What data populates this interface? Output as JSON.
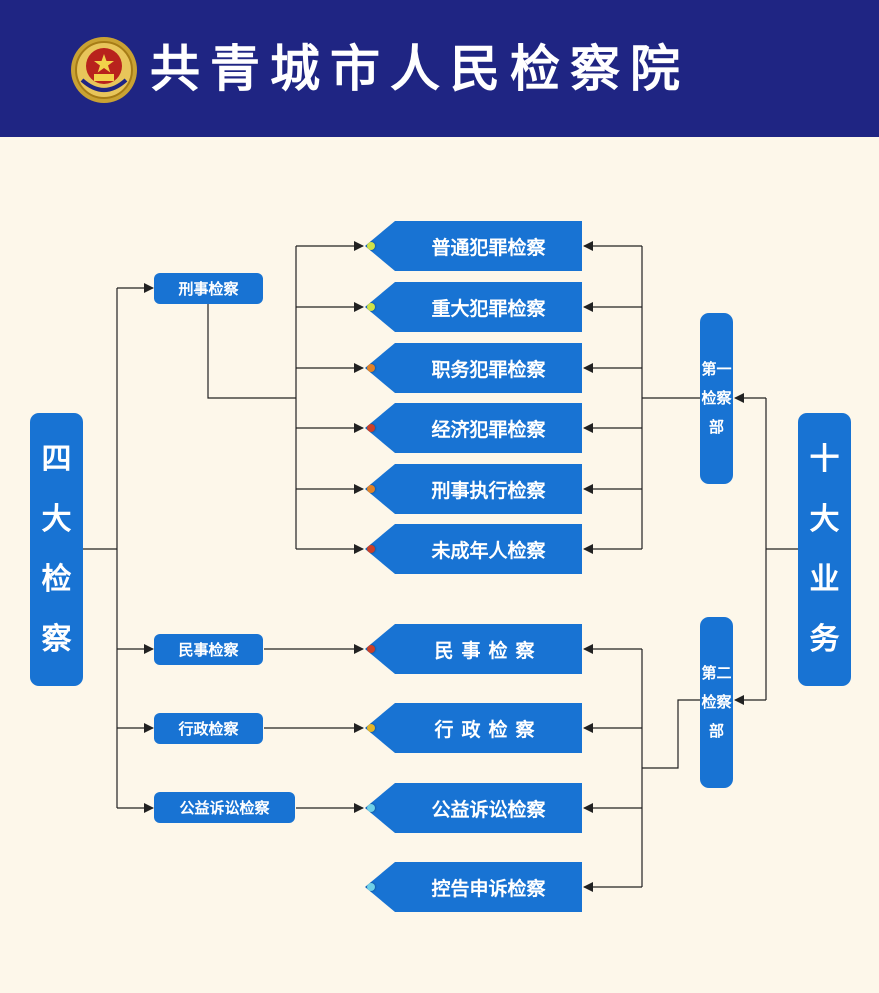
{
  "header": {
    "title": "共青城市人民检察院",
    "emblem_icon": "procuratorate-emblem-icon",
    "background": "#1f2583"
  },
  "colors": {
    "box": "#1873d3",
    "text": "#ffffff",
    "connector": "#222222",
    "page": "#fdf7ea"
  },
  "left_main": {
    "label": "四大检察"
  },
  "right_main": {
    "label": "十大业务"
  },
  "categories": [
    {
      "label": "刑事检察"
    },
    {
      "label": "民事检察"
    },
    {
      "label": "行政检察"
    },
    {
      "label": "公益诉讼检察"
    }
  ],
  "departments": [
    {
      "label": "第一检察部"
    },
    {
      "label": "第二检察部"
    }
  ],
  "businesses": [
    {
      "label": "普通犯罪检察",
      "dot_color": "#cfe24a"
    },
    {
      "label": "重大犯罪检察",
      "dot_color": "#cfe24a"
    },
    {
      "label": "职务犯罪检察",
      "dot_color": "#e0822a"
    },
    {
      "label": "经济犯罪检察",
      "dot_color": "#c8402a"
    },
    {
      "label": "刑事执行检察",
      "dot_color": "#e0822a"
    },
    {
      "label": "未成年人检察",
      "dot_color": "#c8402a"
    },
    {
      "label": "民事检察",
      "dot_color": "#c8402a"
    },
    {
      "label": "行政检察",
      "dot_color": "#e3b52a"
    },
    {
      "label": "公益诉讼检察",
      "dot_color": "#6fd0e8"
    },
    {
      "label": "控告申诉检察",
      "dot_color": "#6fd0e8"
    }
  ]
}
